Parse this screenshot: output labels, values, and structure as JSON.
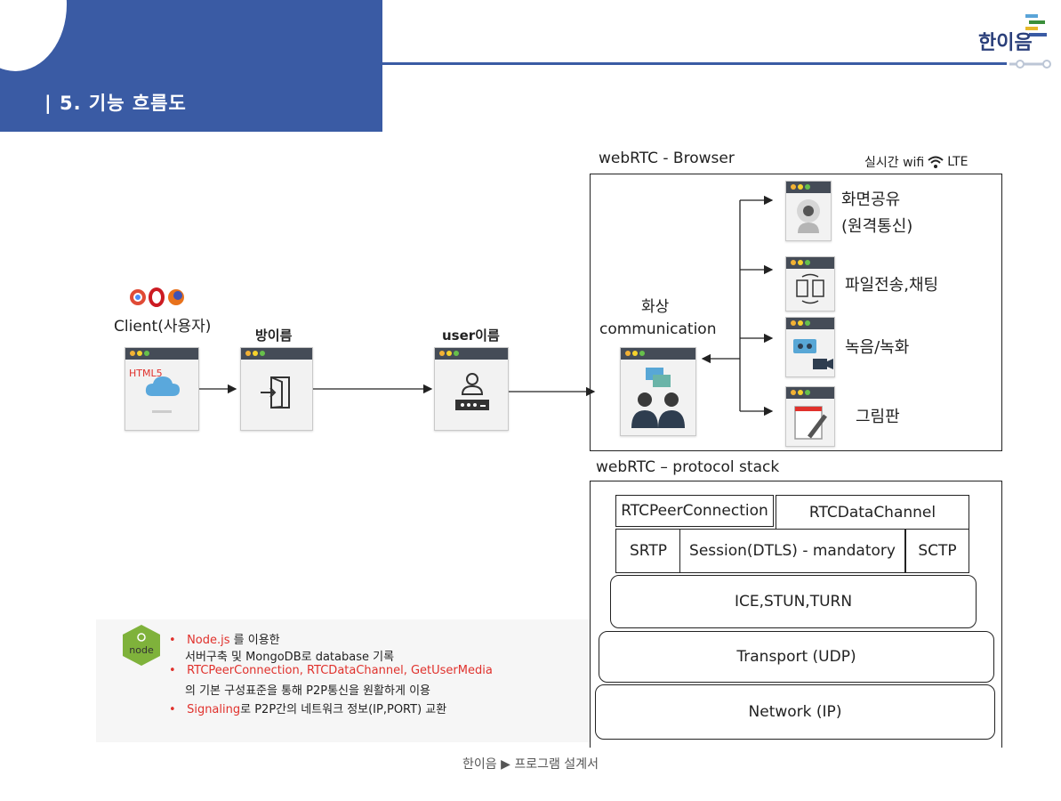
{
  "header": {
    "section_title": "| 5. 기능 흐름도",
    "logo_text": "한이음"
  },
  "client": {
    "label": "Client(사용자)",
    "html5_label": "HTML5",
    "browser_icons": [
      "chrome-icon",
      "opera-icon",
      "firefox-icon"
    ]
  },
  "room": {
    "label": "방이름"
  },
  "user": {
    "label": "user이름"
  },
  "browser_panel": {
    "title": "webRTC - Browser",
    "status": "실시간 wifi",
    "network": "LTE",
    "center_label_1": "화상",
    "center_label_2": "communication",
    "features": [
      {
        "line1": "화면공유",
        "line2": "(원격통신)"
      },
      {
        "line1": "파일전송,채팅",
        "line2": ""
      },
      {
        "line1": "녹음/녹화",
        "line2": ""
      },
      {
        "line1": "그림판",
        "line2": ""
      }
    ]
  },
  "protocol_stack": {
    "title": "webRTC – protocol stack",
    "rtc_peer": "RTCPeerConnection",
    "rtc_data": "RTCDataChannel",
    "srtp": "SRTP",
    "session": "Session(DTLS) - mandatory",
    "sctp": "SCTP",
    "ice": "ICE,STUN,TURN",
    "transport": "Transport (UDP)",
    "network": "Network (IP)"
  },
  "notes": {
    "node_logo": "node",
    "line1_red": "Node.js",
    "line1_rest": " 를 이용한",
    "line2": "서버구축 및 MongoDB로 database 기록",
    "line3_red": "RTCPeerConnection, RTCDataChannel, GetUserMedia",
    "line4": "의 기본 구성표준을 통해 P2P통신을 원활하게 이용",
    "line5_red": "Signaling",
    "line5_rest": "로 P2P간의 네트워크 정보(IP,PORT) 교환"
  },
  "footer": {
    "caption": "한이음 ▶ 프로그램 설계서"
  },
  "colors": {
    "header_blue": "#3a5ba4",
    "accent_red": "#e0312c"
  }
}
